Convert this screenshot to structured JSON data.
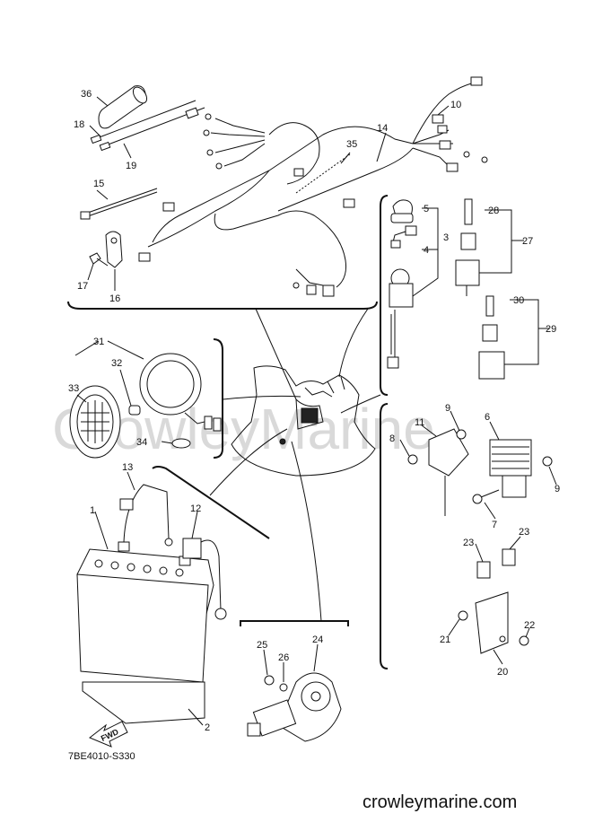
{
  "watermark": "CrowleyMarine",
  "site_url": "crowleymarine.com",
  "diagram_code": "7BE4010-S330",
  "fwd_label": "FWD",
  "callouts": [
    "1",
    "2",
    "3",
    "4",
    "5",
    "6",
    "7",
    "8",
    "9",
    "10",
    "11",
    "12",
    "13",
    "14",
    "15",
    "16",
    "17",
    "18",
    "19",
    "20",
    "21",
    "22",
    "23",
    "24",
    "25",
    "26",
    "27",
    "28",
    "29",
    "30",
    "31",
    "32",
    "33",
    "34",
    "35",
    "36"
  ],
  "colors": {
    "ink": "#111111",
    "watermark": "#d9d9d9",
    "background": "#ffffff"
  }
}
